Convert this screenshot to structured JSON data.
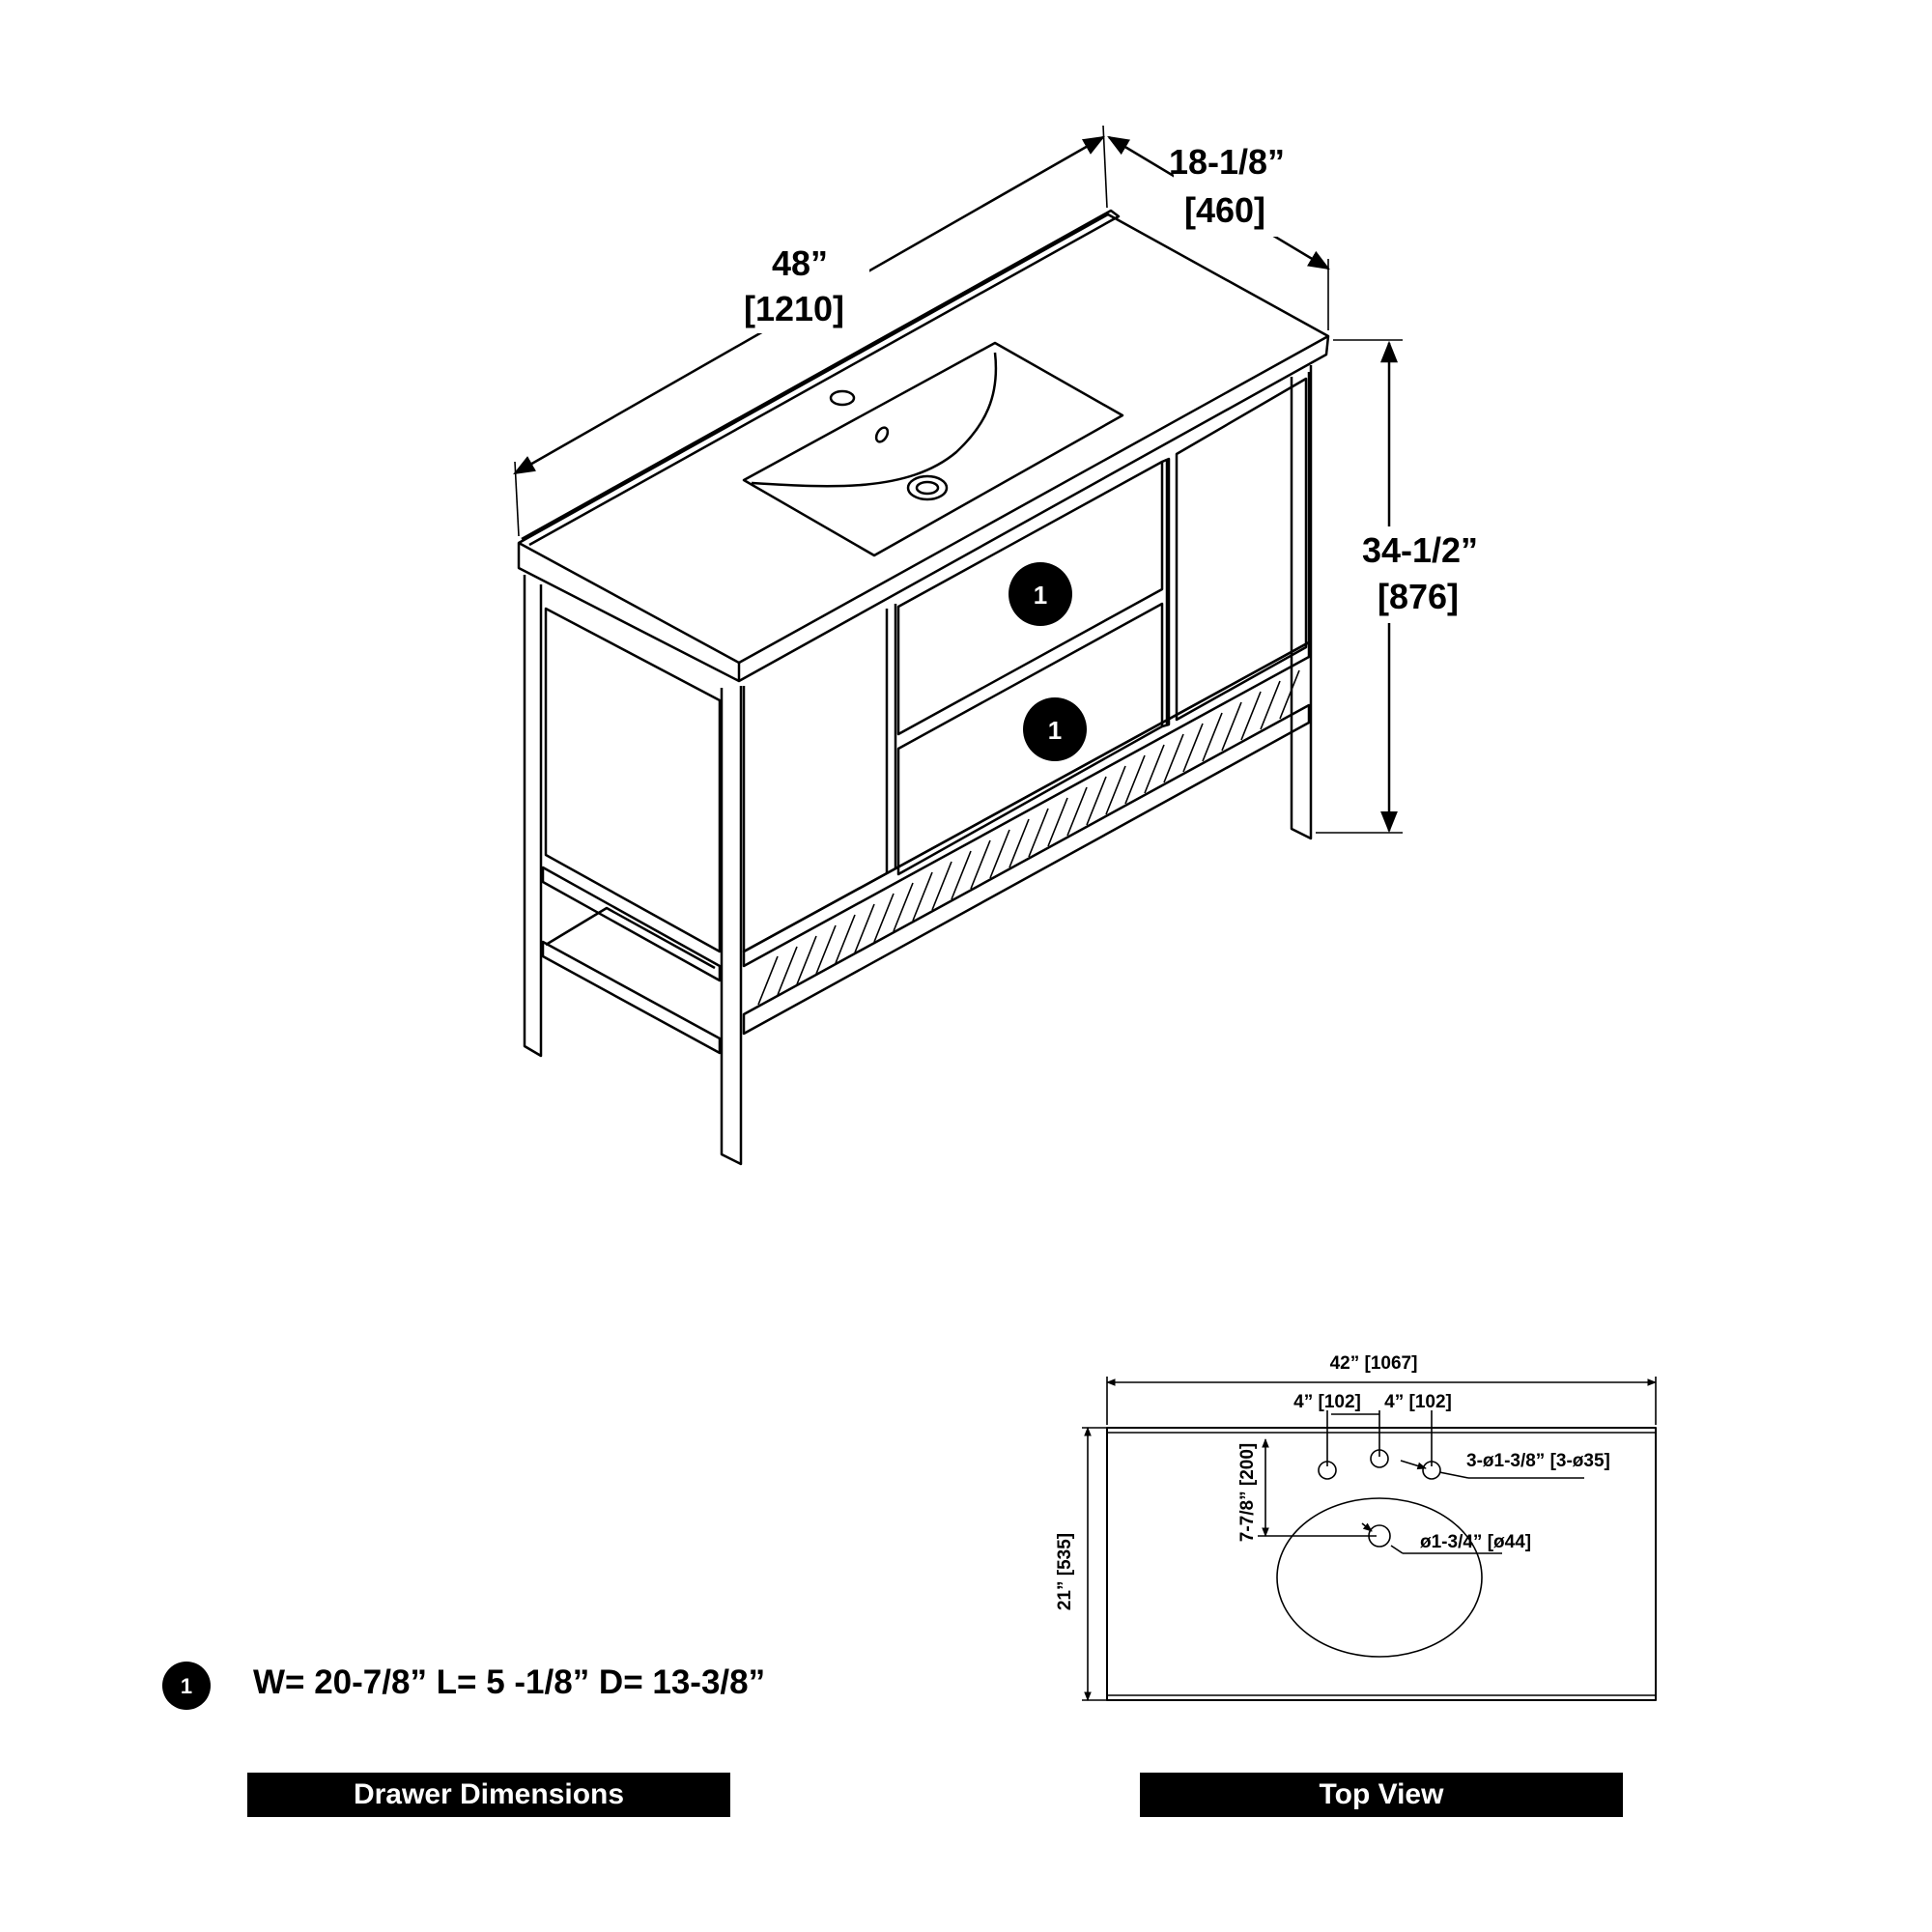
{
  "vanity": {
    "width_label": "48”",
    "width_mm": "[1210]",
    "depth_label": "18-1/8”",
    "depth_mm": "[460]",
    "height_label": "34-1/2”",
    "height_mm": "[876]",
    "drawer_marker": "1"
  },
  "drawer": {
    "marker": "1",
    "spec": "W= 20-7/8” L= 5 -1/8” D= 13-3/8”",
    "caption": "Drawer Dimensions"
  },
  "top_view": {
    "overall_width": "42” [1067]",
    "spacing_left": "4” [102]",
    "spacing_right": "4” [102]",
    "faucet_holes": "3-ø1-3/8” [3-ø35]",
    "drain_hole": "ø1-3/4” [ø44]",
    "drain_offset": "7-7/8” [200]",
    "overall_depth": "21” [535]",
    "caption": "Top View"
  }
}
